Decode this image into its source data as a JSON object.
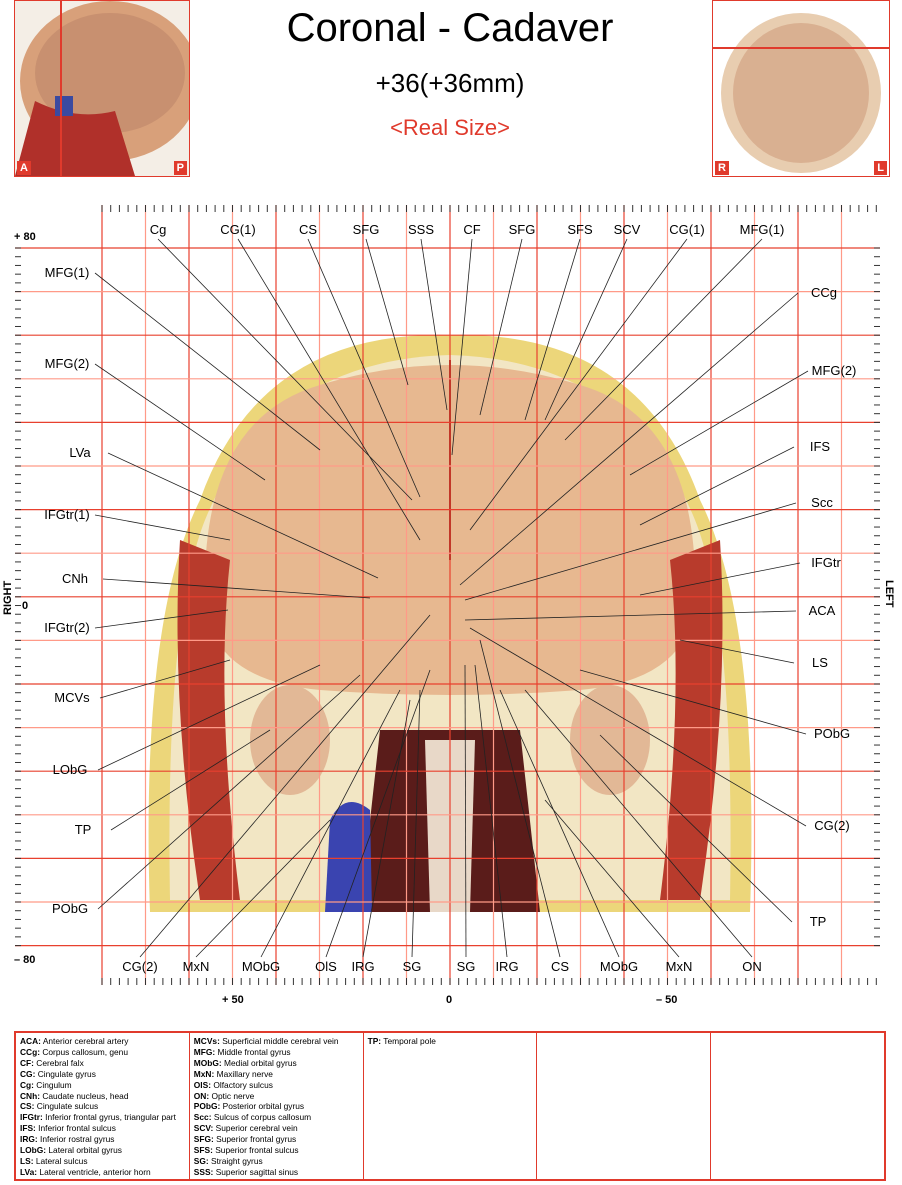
{
  "header": {
    "title": "Coronal - Cadaver",
    "position": "+36(+36mm)",
    "scale": "<Real Size>"
  },
  "thumbs": {
    "sagittal": {
      "a": "A",
      "p": "P"
    },
    "axial": {
      "r": "R",
      "l": "L"
    }
  },
  "axes": {
    "top": "+ 80",
    "bottom": "– 80",
    "zero_y": "0",
    "x_plus50": "+ 50",
    "x_zero": "0",
    "x_minus50": "– 50",
    "right_side": "RIGHT",
    "left_side": "LEFT"
  },
  "labels": {
    "top": [
      "Cg",
      "CG(1)",
      "CS",
      "SFG",
      "SSS",
      "CF",
      "SFG",
      "SFS",
      "SCV",
      "CG(1)",
      "MFG(1)"
    ],
    "left": [
      "MFG(1)",
      "MFG(2)",
      "LVa",
      "IFGtr(1)",
      "CNh",
      "IFGtr(2)",
      "MCVs",
      "LObG",
      "TP",
      "PObG"
    ],
    "right": [
      "CCg",
      "MFG(2)",
      "IFS",
      "Scc",
      "IFGtr",
      "ACA",
      "LS",
      "PObG",
      "CG(2)",
      "TP"
    ],
    "bottom": [
      "CG(2)",
      "MxN",
      "MObG",
      "OlS",
      "IRG",
      "SG",
      "SG",
      "IRG",
      "CS",
      "MObG",
      "MxN",
      "ON"
    ]
  },
  "legend": [
    [
      [
        "ACA:",
        "Anterior cerebral artery"
      ],
      [
        "CCg:",
        "Corpus callosum, genu"
      ],
      [
        "CF:",
        "Cerebral falx"
      ],
      [
        "CG:",
        "Cingulate gyrus"
      ],
      [
        "Cg:",
        "Cingulum"
      ],
      [
        "CNh:",
        "Caudate nucleus, head"
      ],
      [
        "CS:",
        "Cingulate sulcus"
      ],
      [
        "IFGtr:",
        "Inferior frontal gyrus, triangular part"
      ],
      [
        "IFS:",
        "Inferior frontal sulcus"
      ],
      [
        "IRG:",
        "Inferior rostral gyrus"
      ],
      [
        "LObG:",
        "Lateral orbital gyrus"
      ],
      [
        "LS:",
        "Lateral sulcus"
      ],
      [
        "LVa:",
        "Lateral ventricle, anterior horn"
      ]
    ],
    [
      [
        "MCVs:",
        "Superficial middle cerebral vein"
      ],
      [
        "MFG:",
        "Middle frontal gyrus"
      ],
      [
        "MObG:",
        "Medial orbital gyrus"
      ],
      [
        "MxN:",
        "Maxillary nerve"
      ],
      [
        "OlS:",
        "Olfactory sulcus"
      ],
      [
        "ON:",
        "Optic nerve"
      ],
      [
        "PObG:",
        "Posterior orbital gyrus"
      ],
      [
        "Scc:",
        "Sulcus of corpus callosum"
      ],
      [
        "SCV:",
        "Superior cerebral vein"
      ],
      [
        "SFG:",
        "Superior frontal gyrus"
      ],
      [
        "SFS:",
        "Superior frontal sulcus"
      ],
      [
        "SG:",
        "Straight gyrus"
      ],
      [
        "SSS:",
        "Superior sagittal sinus"
      ]
    ],
    [
      [
        "TP:",
        "Temporal pole"
      ]
    ]
  ],
  "colors": {
    "accent": "#e03a2c"
  }
}
